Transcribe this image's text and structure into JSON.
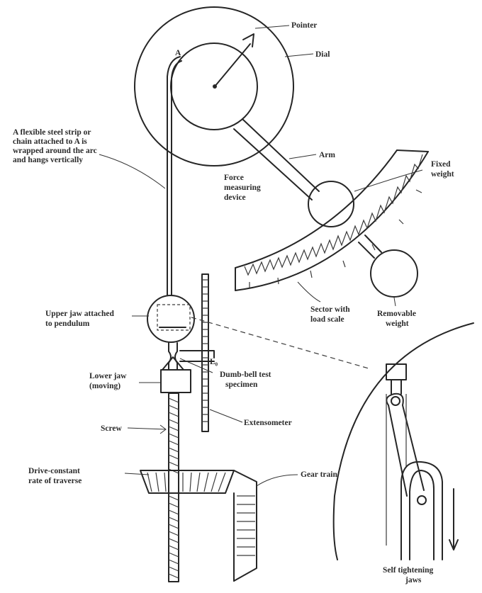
{
  "labels": {
    "pointer": "Pointer",
    "dial": "Dial",
    "point_a": "A",
    "strip_line1": "A flexible steel strip or",
    "strip_line2": "chain attached to A is",
    "strip_line3": "wrapped around the arc",
    "strip_line4": "and hangs vertically",
    "arm": "Arm",
    "force_line1": "Force",
    "force_line2": "measuring",
    "force_line3": "device",
    "fixed_weight_line1": "Fixed",
    "fixed_weight_line2": "weight",
    "sector_line1": "Sector with",
    "sector_line2": "load scale",
    "removable_line1": "Removable",
    "removable_line2": "weight",
    "upper_jaw_line1": "Upper jaw attached",
    "upper_jaw_line2": "to pendulum",
    "lower_jaw_line1": "Lower jaw",
    "lower_jaw_line2": "(moving)",
    "dumbbell_line1": "Dumb-bell test",
    "dumbbell_line2": "specimen",
    "gauge_length": "L₀",
    "extensometer": "Extensometer",
    "screw": "Screw",
    "drive_line1": "Drive-constant",
    "drive_line2": "rate of traverse",
    "gear_train": "Gear train",
    "self_tightening_line1": "Self tightening",
    "self_tightening_line2": "jaws"
  }
}
